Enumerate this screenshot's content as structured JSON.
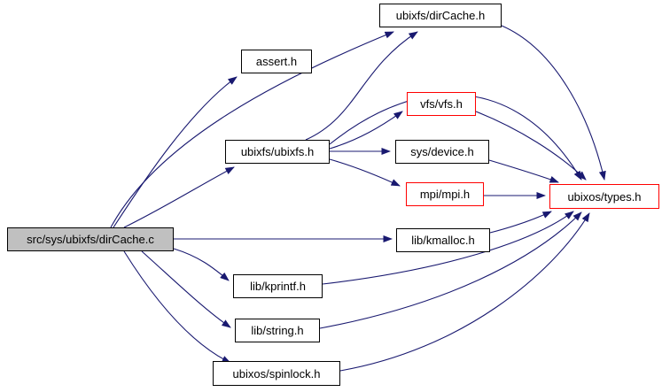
{
  "graph": {
    "background": "#ffffff",
    "edge_color": "#191970",
    "source_fill": "#c0c0c0",
    "header_fill": "#ffffff",
    "black_border": "#000000",
    "red_border": "#ff0000",
    "nodes": [
      {
        "id": "dircache_c",
        "label": "src/sys/ubixfs/dirCache.c",
        "type": "source",
        "fill": "#c0c0c0",
        "border": "#000000"
      },
      {
        "id": "dircache_h",
        "label": "ubixfs/dirCache.h",
        "type": "header",
        "fill": "#ffffff",
        "border": "#000000"
      },
      {
        "id": "assert_h",
        "label": "assert.h",
        "type": "header",
        "fill": "#ffffff",
        "border": "#000000"
      },
      {
        "id": "vfs_h",
        "label": "vfs/vfs.h",
        "type": "header-truncated",
        "fill": "#ffffff",
        "border": "#ff0000"
      },
      {
        "id": "ubixfs_h",
        "label": "ubixfs/ubixfs.h",
        "type": "header",
        "fill": "#ffffff",
        "border": "#000000"
      },
      {
        "id": "device_h",
        "label": "sys/device.h",
        "type": "header",
        "fill": "#ffffff",
        "border": "#000000"
      },
      {
        "id": "mpi_h",
        "label": "mpi/mpi.h",
        "type": "header-truncated",
        "fill": "#ffffff",
        "border": "#ff0000"
      },
      {
        "id": "types_h",
        "label": "ubixos/types.h",
        "type": "header-truncated",
        "fill": "#ffffff",
        "border": "#ff0000"
      },
      {
        "id": "kmalloc_h",
        "label": "lib/kmalloc.h",
        "type": "header",
        "fill": "#ffffff",
        "border": "#000000"
      },
      {
        "id": "kprintf_h",
        "label": "lib/kprintf.h",
        "type": "header",
        "fill": "#ffffff",
        "border": "#000000"
      },
      {
        "id": "string_h",
        "label": "lib/string.h",
        "type": "header",
        "fill": "#ffffff",
        "border": "#000000"
      },
      {
        "id": "spinlock_h",
        "label": "ubixos/spinlock.h",
        "type": "header",
        "fill": "#ffffff",
        "border": "#000000"
      }
    ],
    "edges": [
      {
        "from": "dircache_c",
        "to": "dircache_h"
      },
      {
        "from": "dircache_c",
        "to": "assert_h"
      },
      {
        "from": "dircache_c",
        "to": "ubixfs_h"
      },
      {
        "from": "dircache_c",
        "to": "kmalloc_h"
      },
      {
        "from": "dircache_c",
        "to": "kprintf_h"
      },
      {
        "from": "dircache_c",
        "to": "string_h"
      },
      {
        "from": "dircache_c",
        "to": "spinlock_h"
      },
      {
        "from": "ubixfs_h",
        "to": "dircache_h"
      },
      {
        "from": "ubixfs_h",
        "to": "vfs_h"
      },
      {
        "from": "ubixfs_h",
        "to": "device_h"
      },
      {
        "from": "ubixfs_h",
        "to": "mpi_h"
      },
      {
        "from": "ubixfs_h",
        "to": "types_h"
      },
      {
        "from": "dircache_h",
        "to": "types_h"
      },
      {
        "from": "vfs_h",
        "to": "types_h"
      },
      {
        "from": "device_h",
        "to": "types_h"
      },
      {
        "from": "mpi_h",
        "to": "types_h"
      },
      {
        "from": "kmalloc_h",
        "to": "types_h"
      },
      {
        "from": "kprintf_h",
        "to": "types_h"
      },
      {
        "from": "string_h",
        "to": "types_h"
      },
      {
        "from": "spinlock_h",
        "to": "types_h"
      }
    ]
  }
}
